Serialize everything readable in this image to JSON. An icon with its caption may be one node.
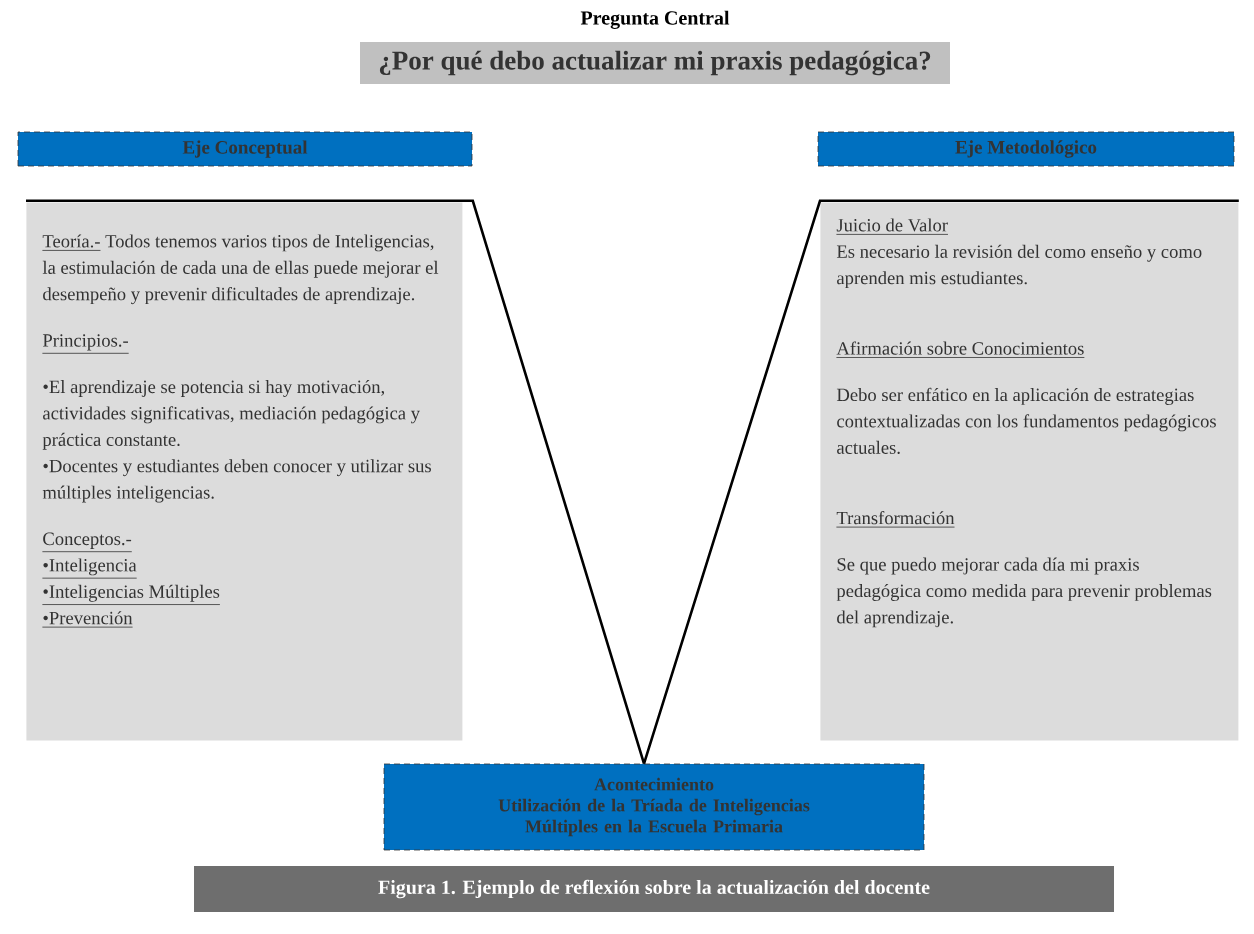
{
  "diagram": {
    "caption": "Figura 1. Ejemplo de reflexión sobre la actualización del docente",
    "nodes": [
      {
        "text": [
          "Pregunta Central",
          "¿Por qué debo actualizar mi praxis pedagógica?"
        ]
      },
      {
        "text": [
          "Eje Conceptual"
        ]
      },
      {
        "text": [
          "Eje Metodológico"
        ]
      },
      {
        "text": [
          "Teoría.-",
          "Todos tenemos varios tipos de Inteligencias, la estimulación de cada una de ellas puede mejorar el desempeño y prevenir dificultades de aprendizaje.",
          "Principios.-",
          "•El aprendizaje se potencia si hay motivación, actividades significativas, mediación pedagógica y práctica constante.",
          "•Docentes y estudiantes deben conocer y utilizar sus múltiples inteligencias.",
          "Conceptos.-",
          "•Inteligencia",
          "•Inteligencias Múltiples",
          "•Prevención"
        ]
      },
      {
        "text": [
          "Juicio de Valor",
          "Es necesario la revisión del como enseño y como aprenden mis estudiantes.",
          "Afirmación sobre Conocimientos",
          "Debo ser enfático en la aplicación de estrategias contextualizadas con los fundamentos pedagógicos actuales.",
          "Transformación",
          "Se que puedo mejorar cada día mi praxis pedagógica como medida para prevenir problemas del aprendizaje."
        ]
      },
      {
        "text": [
          "Acontecimiento",
          "Utilización de la Tríada de Inteligencias Múltiples en la Escuela Primaria"
        ]
      }
    ],
    "edges": [
      {
        "from": 3,
        "to": 5,
        "arrow": "none"
      },
      {
        "from": 4,
        "to": 5,
        "arrow": "none"
      }
    ]
  }
}
